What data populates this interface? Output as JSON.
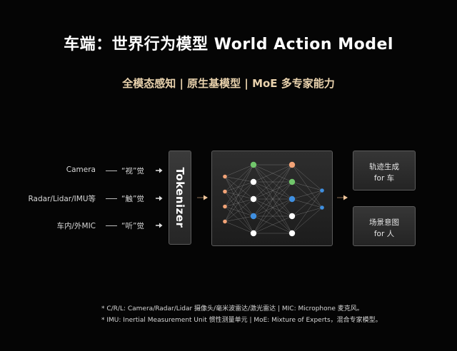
{
  "title": "车端：世界行为模型 World Action Model",
  "subtitle": "全模态感知 | 原生基模型 | MoE 多专家能力",
  "inputs": [
    {
      "source": "Camera",
      "sense": "“视”觉"
    },
    {
      "source": "Radar/Lidar/IMU等",
      "sense": "“触”觉"
    },
    {
      "source": "车内/外MIC",
      "sense": "“听”觉"
    }
  ],
  "tokenizer_label": "Tokenizer",
  "outputs": [
    {
      "line1": "轨迹生成",
      "line2": "for 车"
    },
    {
      "line1": "场景意图",
      "line2": "for 人"
    }
  ],
  "footnotes": [
    "* C/R/L: Camera/Radar/Lidar 摄像头/毫米波雷达/激光雷达 | MIC: Microphone 麦克风。",
    "* IMU: Inertial Measurement Unit 惯性测量单元 | MoE: Mixture of Experts，混合专家模型。"
  ],
  "network": {
    "layers": [
      [
        "orange",
        "orange",
        "orange",
        "orange"
      ],
      [
        "green",
        "white",
        "white",
        "blue",
        "white"
      ],
      [
        "orange",
        "green",
        "blue",
        "white",
        "white"
      ],
      [
        "blue",
        "blue"
      ]
    ]
  },
  "colors": {
    "orange": "#f2a377",
    "green": "#71c66b",
    "blue": "#3f8fe0",
    "white": "#ffffff",
    "accent": "#e9d2ad"
  }
}
